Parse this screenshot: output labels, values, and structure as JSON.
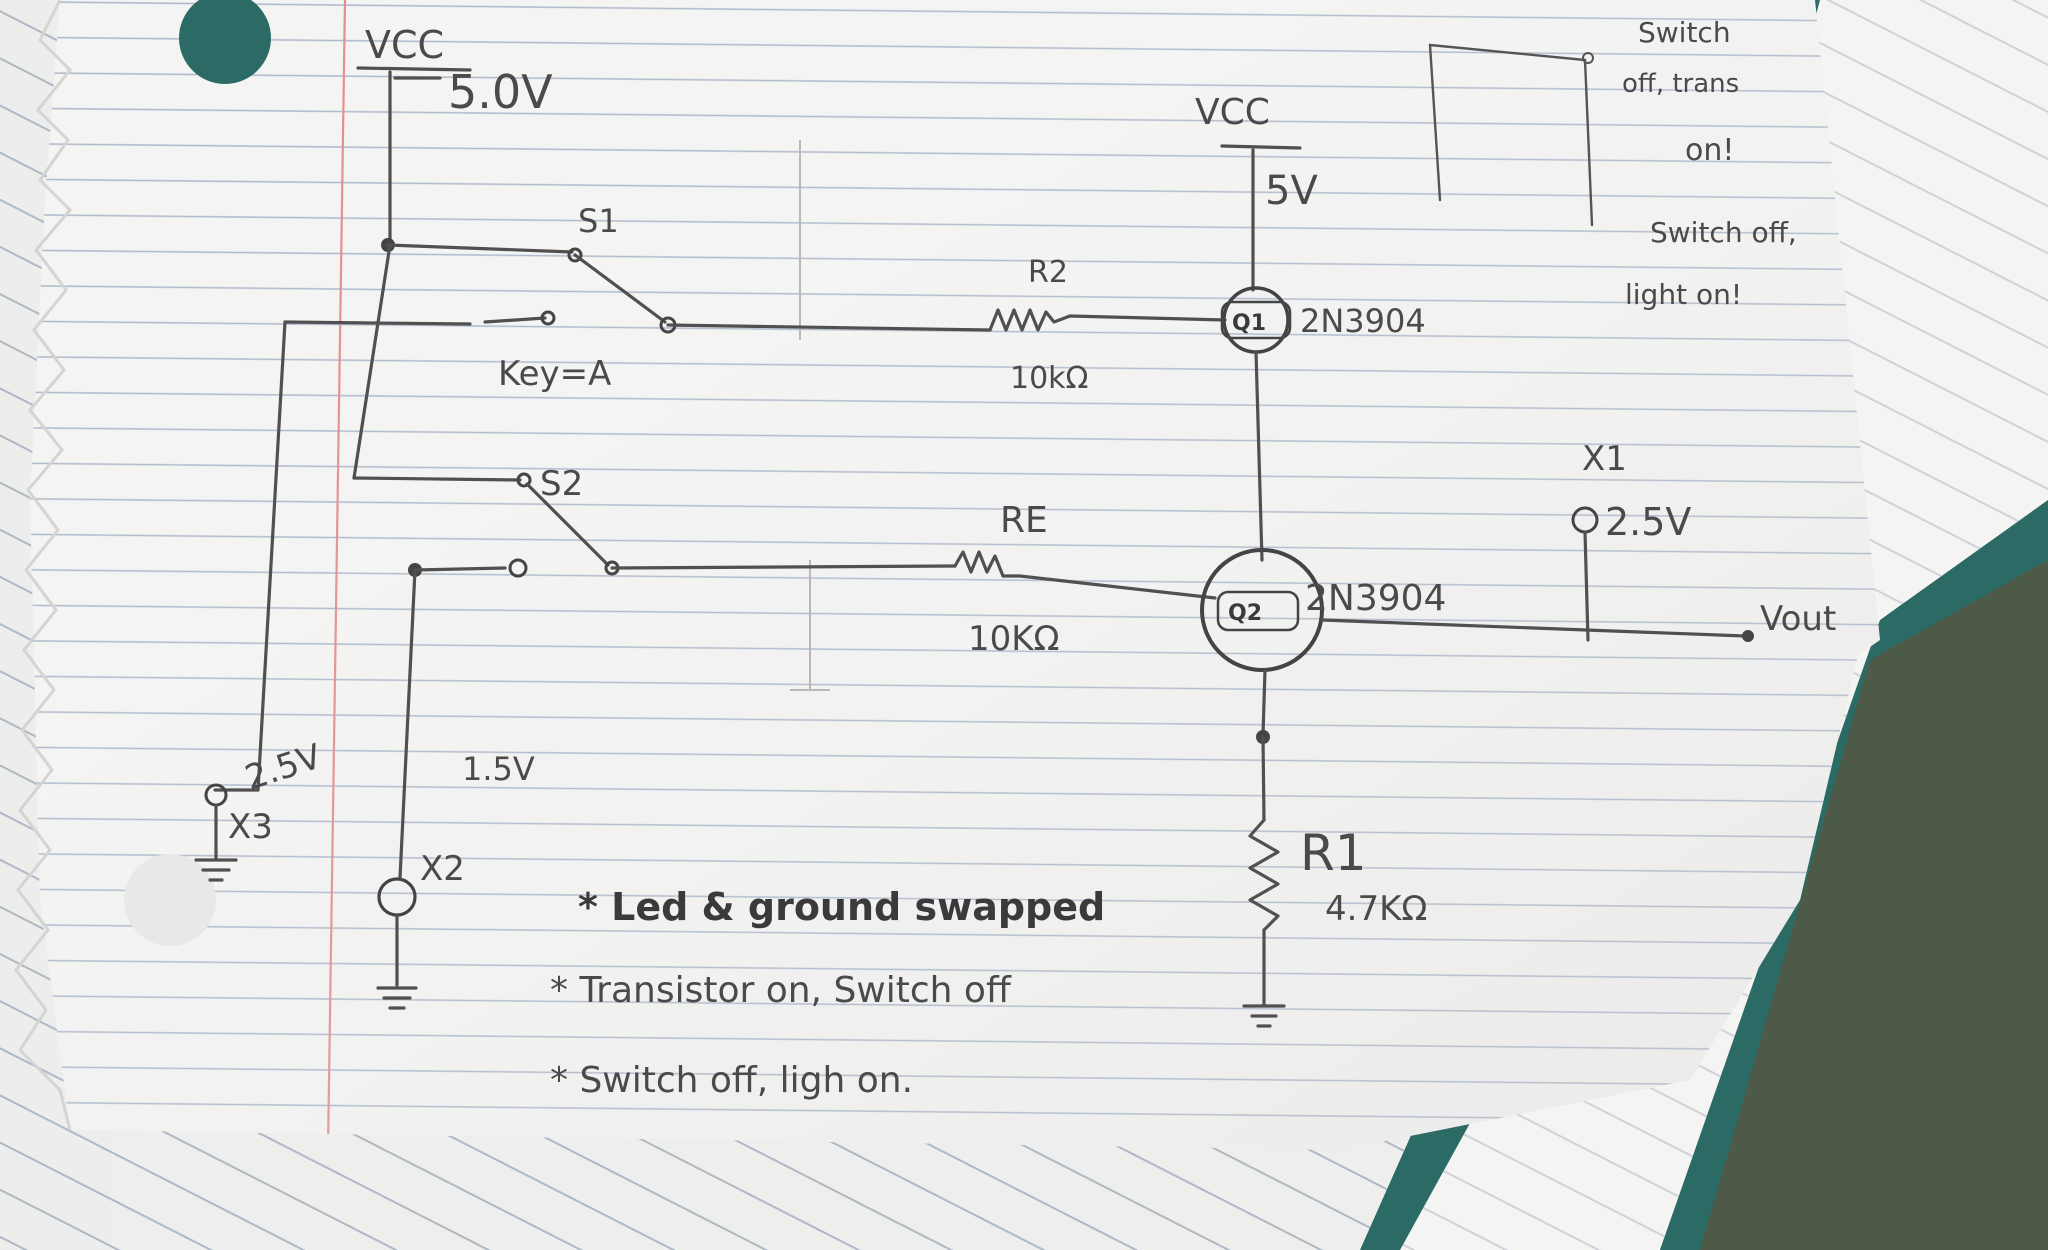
{
  "colors": {
    "paper": "#f3f3f2",
    "ruling": "#a7b4c8",
    "margin_line": "#e38a8a",
    "ink": "#4a4a4a",
    "background": "#2c6a66"
  },
  "supply_left": {
    "label": "VCC",
    "value": "5.0V"
  },
  "supply_right": {
    "label": "VCC",
    "value": "5V"
  },
  "switch1": {
    "label": "S1",
    "key": "Key=A"
  },
  "switch2": {
    "label": "S2"
  },
  "r2": {
    "label": "R2",
    "value": "10kΩ"
  },
  "re": {
    "label": "RE",
    "value": "10KΩ"
  },
  "r1": {
    "label": "R1",
    "value": "4.7KΩ"
  },
  "q1": {
    "label": "Q1",
    "part": "2N3904"
  },
  "q2": {
    "label": "Q2",
    "part": "2N3904"
  },
  "probes": {
    "x1": {
      "label": "X1",
      "value": "2.5V"
    },
    "x2": {
      "label": "X2",
      "value": "1.5V"
    },
    "x3": {
      "label": "X3",
      "value": "2.5V"
    }
  },
  "output": {
    "label": "Vout"
  },
  "notes": [
    "* Led & ground swapped",
    "* Transistor on, Switch off",
    "* Switch off, ligh on."
  ],
  "side_notes": [
    "Switch",
    "off, trans",
    "on!",
    "Switch off,",
    "light on!"
  ]
}
